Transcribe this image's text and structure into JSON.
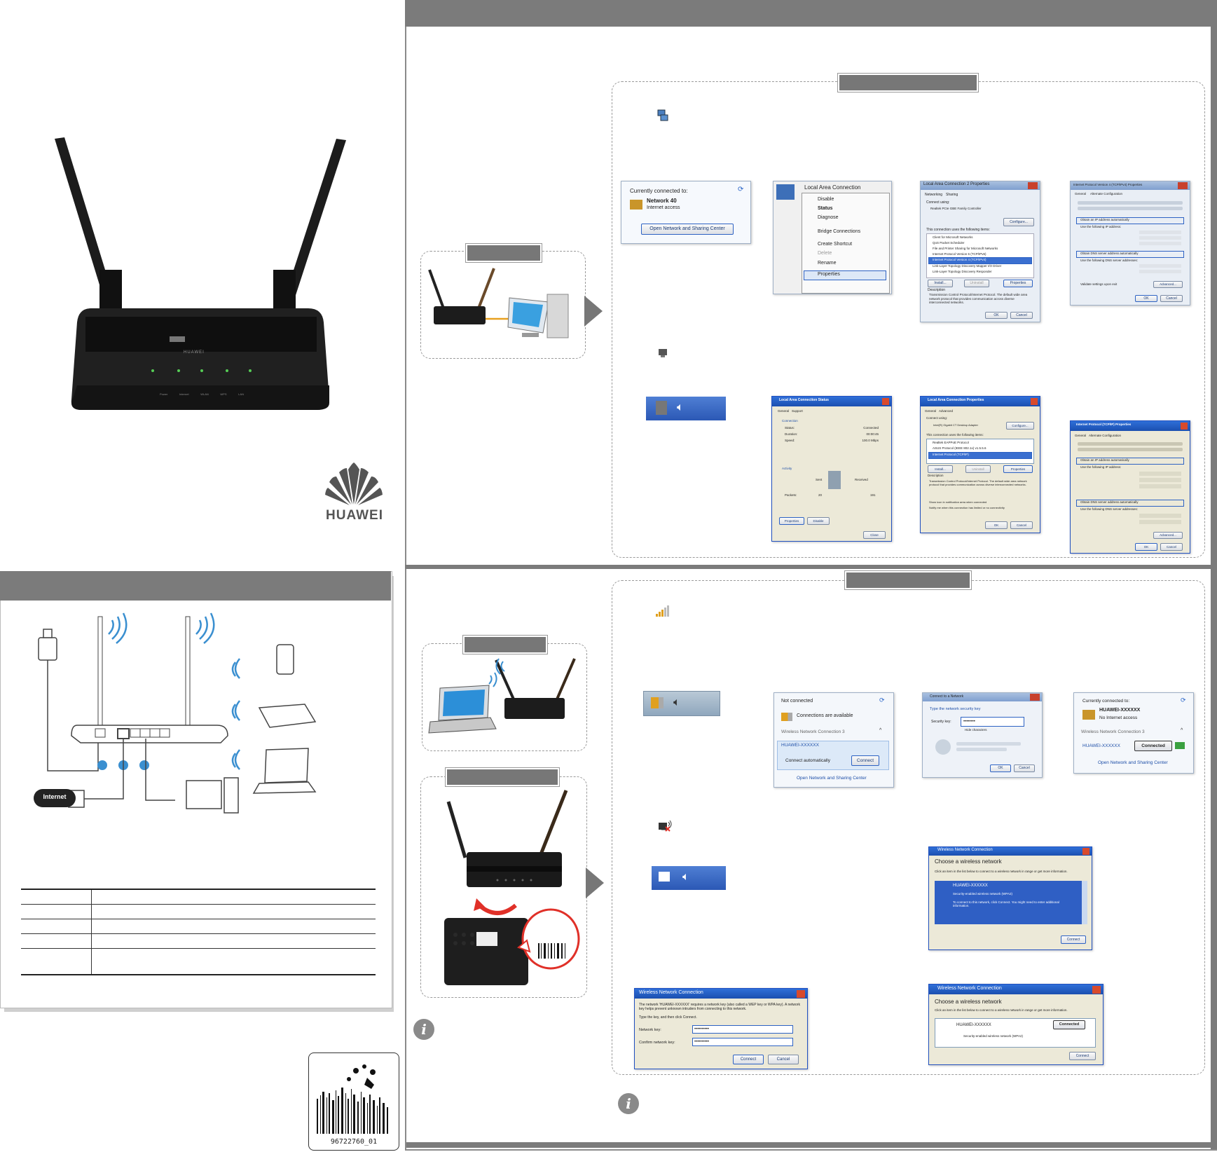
{
  "brand": {
    "logo_text": "HUAWEI",
    "router_logo_text": "HUAWEI"
  },
  "router_leds": [
    "Power",
    "Internet",
    "WLAN",
    "WPS",
    "LAN"
  ],
  "diagram": {
    "internet_label": "Internet"
  },
  "barcode": {
    "number": "96722760_01"
  },
  "win7_wired": {
    "connected_popup": {
      "currently_connected": "Currently connected to:",
      "network": "Network 40",
      "access": "Internet access",
      "button": "Open Network and Sharing Center"
    },
    "context_menu": {
      "title": "Local Area Connection",
      "items": [
        "Disable",
        "Status",
        "Diagnose",
        "Bridge Connections",
        "Create Shortcut",
        "Delete",
        "Rename",
        "Properties"
      ]
    },
    "properties": {
      "title": "Local Area Connection 2 Properties",
      "tabs": [
        "Networking",
        "Sharing"
      ],
      "connect_using": "Connect using:",
      "adapter": "Realtek PCIe GBE Family Controller",
      "configure": "Configure...",
      "uses": "This connection uses the following items:",
      "items": [
        "Client for Microsoft Networks",
        "QoS Packet Scheduler",
        "File and Printer Sharing for Microsoft Networks",
        "Internet Protocol Version 6 (TCP/IPv6)",
        "Internet Protocol Version 4 (TCP/IPv4)",
        "Link-Layer Topology Discovery Mapper I/O Driver",
        "Link-Layer Topology Discovery Responder"
      ],
      "buttons": [
        "Install...",
        "Uninstall",
        "Properties"
      ],
      "description_label": "Description",
      "description": "Transmission Control Protocol/Internet Protocol. The default wide area network protocol that provides communication across diverse interconnected networks.",
      "ok": "OK",
      "cancel": "Cancel"
    },
    "ipv4": {
      "title": "Internet Protocol Version 4 (TCP/IPv4) Properties",
      "tabs": [
        "General",
        "Alternate Configuration"
      ],
      "options": [
        "Obtain an IP address automatically",
        "Use the following IP address:",
        "Obtain DNS server address automatically",
        "Use the following DNS server addresses:"
      ],
      "validate": "Validate settings upon exit",
      "advanced": "Advanced...",
      "ok": "OK",
      "cancel": "Cancel"
    }
  },
  "xp_wired": {
    "status": {
      "title": "Local Area Connection Status",
      "tabs": [
        "General",
        "Support"
      ],
      "connection": "Connection",
      "rows": [
        [
          "Status:",
          "Connected"
        ],
        [
          "Duration:",
          "00:00:45"
        ],
        [
          "Speed:",
          "100.0 Mbps"
        ]
      ],
      "activity": "Activity",
      "sent": "Sent",
      "received": "Received",
      "packets": "Packets:",
      "sent_val": "20",
      "recv_val": "191",
      "buttons": [
        "Properties",
        "Disable"
      ],
      "close": "Close"
    },
    "properties": {
      "title": "Local Area Connection Properties",
      "tabs": [
        "General",
        "Advanced"
      ],
      "connect_using": "Connect using:",
      "adapter": "Intel(R) Gigabit CT Desktop Adapter",
      "configure": "Configure...",
      "uses": "This connection uses the following items:",
      "items": [
        "Realtek EAPPoE Protocol",
        "ASUS Protocol (IEEE 802.1x) v1.5.5.6",
        "Internet Protocol (TCP/IP)"
      ],
      "buttons": [
        "Install...",
        "Uninstall",
        "Properties"
      ],
      "description_label": "Description",
      "description": "Transmission Control Protocol/Internet Protocol. The default wide area network protocol that provides communication across diverse interconnected networks.",
      "checks": [
        "Show icon in notification area when connected",
        "Notify me when this connection has limited or no connectivity"
      ],
      "ok": "OK",
      "cancel": "Cancel"
    },
    "tcpip": {
      "title": "Internet Protocol (TCP/IP) Properties",
      "tabs": [
        "General",
        "Alternate Configuration"
      ],
      "options": [
        "Obtain an IP address automatically",
        "Use the following IP address:",
        "Obtain DNS server address automatically",
        "Use the following DNS server addresses:"
      ],
      "advanced": "Advanced...",
      "ok": "OK",
      "cancel": "Cancel"
    }
  },
  "win7_wireless": {
    "not_connected": {
      "title": "Not connected",
      "available": "Connections are available",
      "section": "Wireless Network Connection 3",
      "ssid": "HUAWEI-XXXXXX",
      "auto": "Connect automatically",
      "connect": "Connect",
      "open_center": "Open Network and Sharing Center"
    },
    "connect_dialog": {
      "title": "Connect to a Network",
      "prompt": "Type the network security key",
      "key_label": "Security key:",
      "key_value": "••••••••",
      "hide": "Hide characters",
      "ok": "OK",
      "cancel": "Cancel"
    },
    "connected": {
      "currently_connected": "Currently connected to:",
      "ssid": "HUAWEI-XXXXXX",
      "access": "No Internet access",
      "section": "Wireless Network Connection 3",
      "ssid2": "HUAWEI-XXXXXX",
      "status": "Connected",
      "open_center": "Open Network and Sharing Center"
    }
  },
  "xp_wireless": {
    "choose": {
      "title": "Wireless Network Connection",
      "heading": "Choose a wireless network",
      "hint": "Click an item in the list below to connect to a wireless network in range or get more information.",
      "ssid": "HUAWEI-XXXXXX",
      "security": "Security-enabled wireless network (WPA2)",
      "detail": "To connect to this network, click Connect. You might need to enter additional information.",
      "connect": "Connect"
    },
    "key": {
      "title": "Wireless Network Connection",
      "message": "The network 'HUAWEI-XXXXXX' requires a network key (also called a WEP key or WPA key). A network key helps prevent unknown intruders from connecting to this network.",
      "instruction": "Type the key, and then click Connect.",
      "key_label": "Network key:",
      "confirm_label": "Confirm network key:",
      "key_value": "••••••••••",
      "confirm_value": "••••••••••",
      "connect": "Connect",
      "cancel": "Cancel"
    },
    "connected": {
      "title": "Wireless Network Connection",
      "heading": "Choose a wireless network",
      "hint": "Click an item in the list below to connect to a wireless network in range or get more information.",
      "ssid": "HUAWEI-XXXXXX",
      "status": "Connected",
      "security": "Security-enabled wireless network (WPA2)",
      "connect": "Connect"
    }
  }
}
